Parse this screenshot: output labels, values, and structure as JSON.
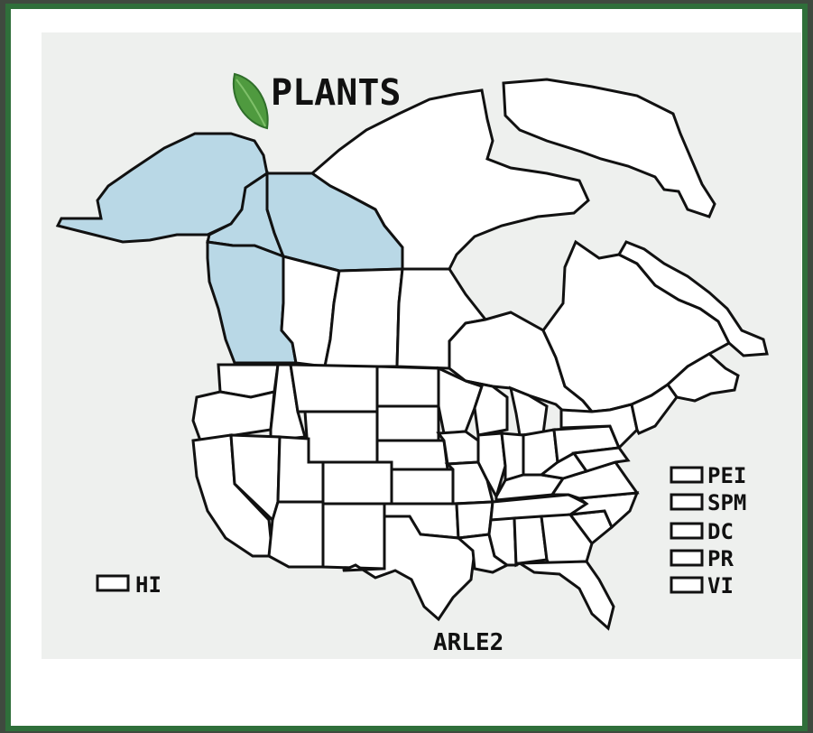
{
  "header": {
    "logo_text": "PLANTS"
  },
  "symbol": {
    "code": "ARLE2"
  },
  "colors": {
    "present": "#b9d8e6",
    "absent": "#ffffff",
    "outline": "#111111",
    "background": "#eef0ee",
    "frame": "#2f6f3a",
    "leaf": "#4f9a3f"
  },
  "present_regions": [
    "Alaska",
    "Yukon",
    "Northwest Territories",
    "British Columbia"
  ],
  "small_regions": {
    "east": [
      "PEI",
      "SPM",
      "DC",
      "PR",
      "VI"
    ],
    "west": [
      "HI"
    ]
  }
}
